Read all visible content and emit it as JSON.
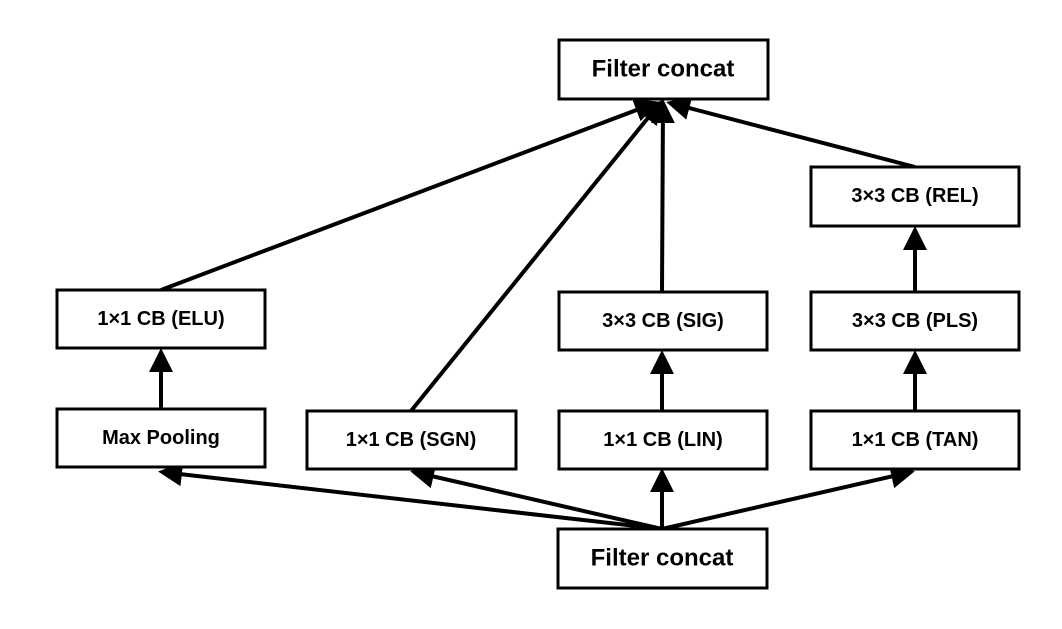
{
  "nodes": {
    "filter_concat_top": "Filter concat",
    "cb_rel": "3×3 CB (REL)",
    "cb_elu": "1×1 CB (ELU)",
    "cb_sig": "3×3 CB (SIG)",
    "cb_pls": "3×3 CB (PLS)",
    "max_pooling": "Max Pooling",
    "cb_sgn": "1×1 CB (SGN)",
    "cb_lin": "1×1 CB (LIN)",
    "cb_tan": "1×1 CB (TAN)",
    "filter_concat_bottom": "Filter concat"
  },
  "edges": [
    {
      "from": "filter_concat_bottom",
      "to": "max_pooling"
    },
    {
      "from": "filter_concat_bottom",
      "to": "cb_sgn"
    },
    {
      "from": "filter_concat_bottom",
      "to": "cb_lin"
    },
    {
      "from": "filter_concat_bottom",
      "to": "cb_tan"
    },
    {
      "from": "max_pooling",
      "to": "cb_elu"
    },
    {
      "from": "cb_lin",
      "to": "cb_sig"
    },
    {
      "from": "cb_tan",
      "to": "cb_pls"
    },
    {
      "from": "cb_pls",
      "to": "cb_rel"
    },
    {
      "from": "cb_elu",
      "to": "filter_concat_top"
    },
    {
      "from": "cb_sgn",
      "to": "filter_concat_top"
    },
    {
      "from": "cb_sig",
      "to": "filter_concat_top"
    },
    {
      "from": "cb_rel",
      "to": "filter_concat_top"
    }
  ]
}
